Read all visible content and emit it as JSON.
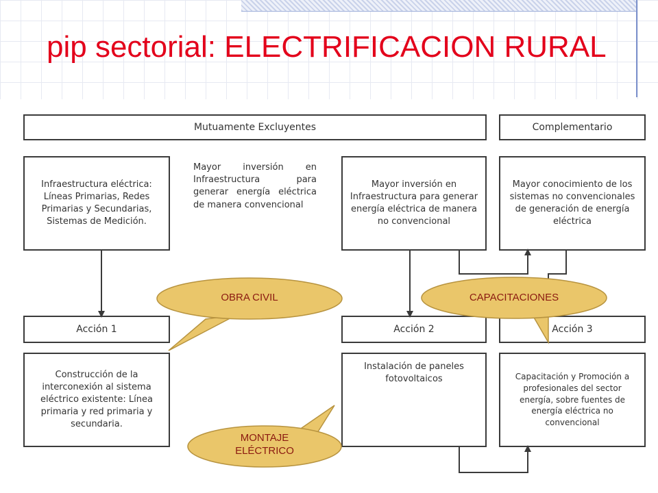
{
  "slide": {
    "title": "pip sectorial: ELECTRIFICACION RURAL"
  },
  "diagram": {
    "headers": {
      "mutuamente": "Mutuamente Excluyentes",
      "complementario": "Complementario"
    },
    "components": {
      "infraestructura": "Infraestructura eléctrica: Líneas Primarias, Redes Primarias y Secundarias, Sistemas de Medición.",
      "inversion_convencional": "Mayor inversión en Infraestructura para generar energía eléctrica de manera convencional",
      "inversion_no_convencional": "Mayor inversión en Infraestructura para generar energía eléctrica de manera no convencional",
      "conocimiento": "Mayor conocimiento de los sistemas no convencionales de generación de energía eléctrica"
    },
    "actions": {
      "accion1": "Acción 1",
      "accion2": "Acción 2",
      "accion3": "Acción 3"
    },
    "details": {
      "detalle1": "Construcción de la interconexión al sistema eléctrico existente: Línea primaria y red primaria y secundaria.",
      "detalle2": "Instalación de paneles fotovoltaicos",
      "detalle3": "Capacitación y Promoción a profesionales del sector energía, sobre fuentes de energía eléctrica no convencional"
    }
  },
  "callouts": {
    "obra_civil": "OBRA CIVIL",
    "capacitaciones": "CAPACITACIONES",
    "montaje": "MONTAJE ELÉCTRICO"
  },
  "colors": {
    "title": "#e3001b",
    "callout_fill": "#eac66a",
    "callout_text": "#8b1a10",
    "box_border": "#3a3a3a"
  }
}
